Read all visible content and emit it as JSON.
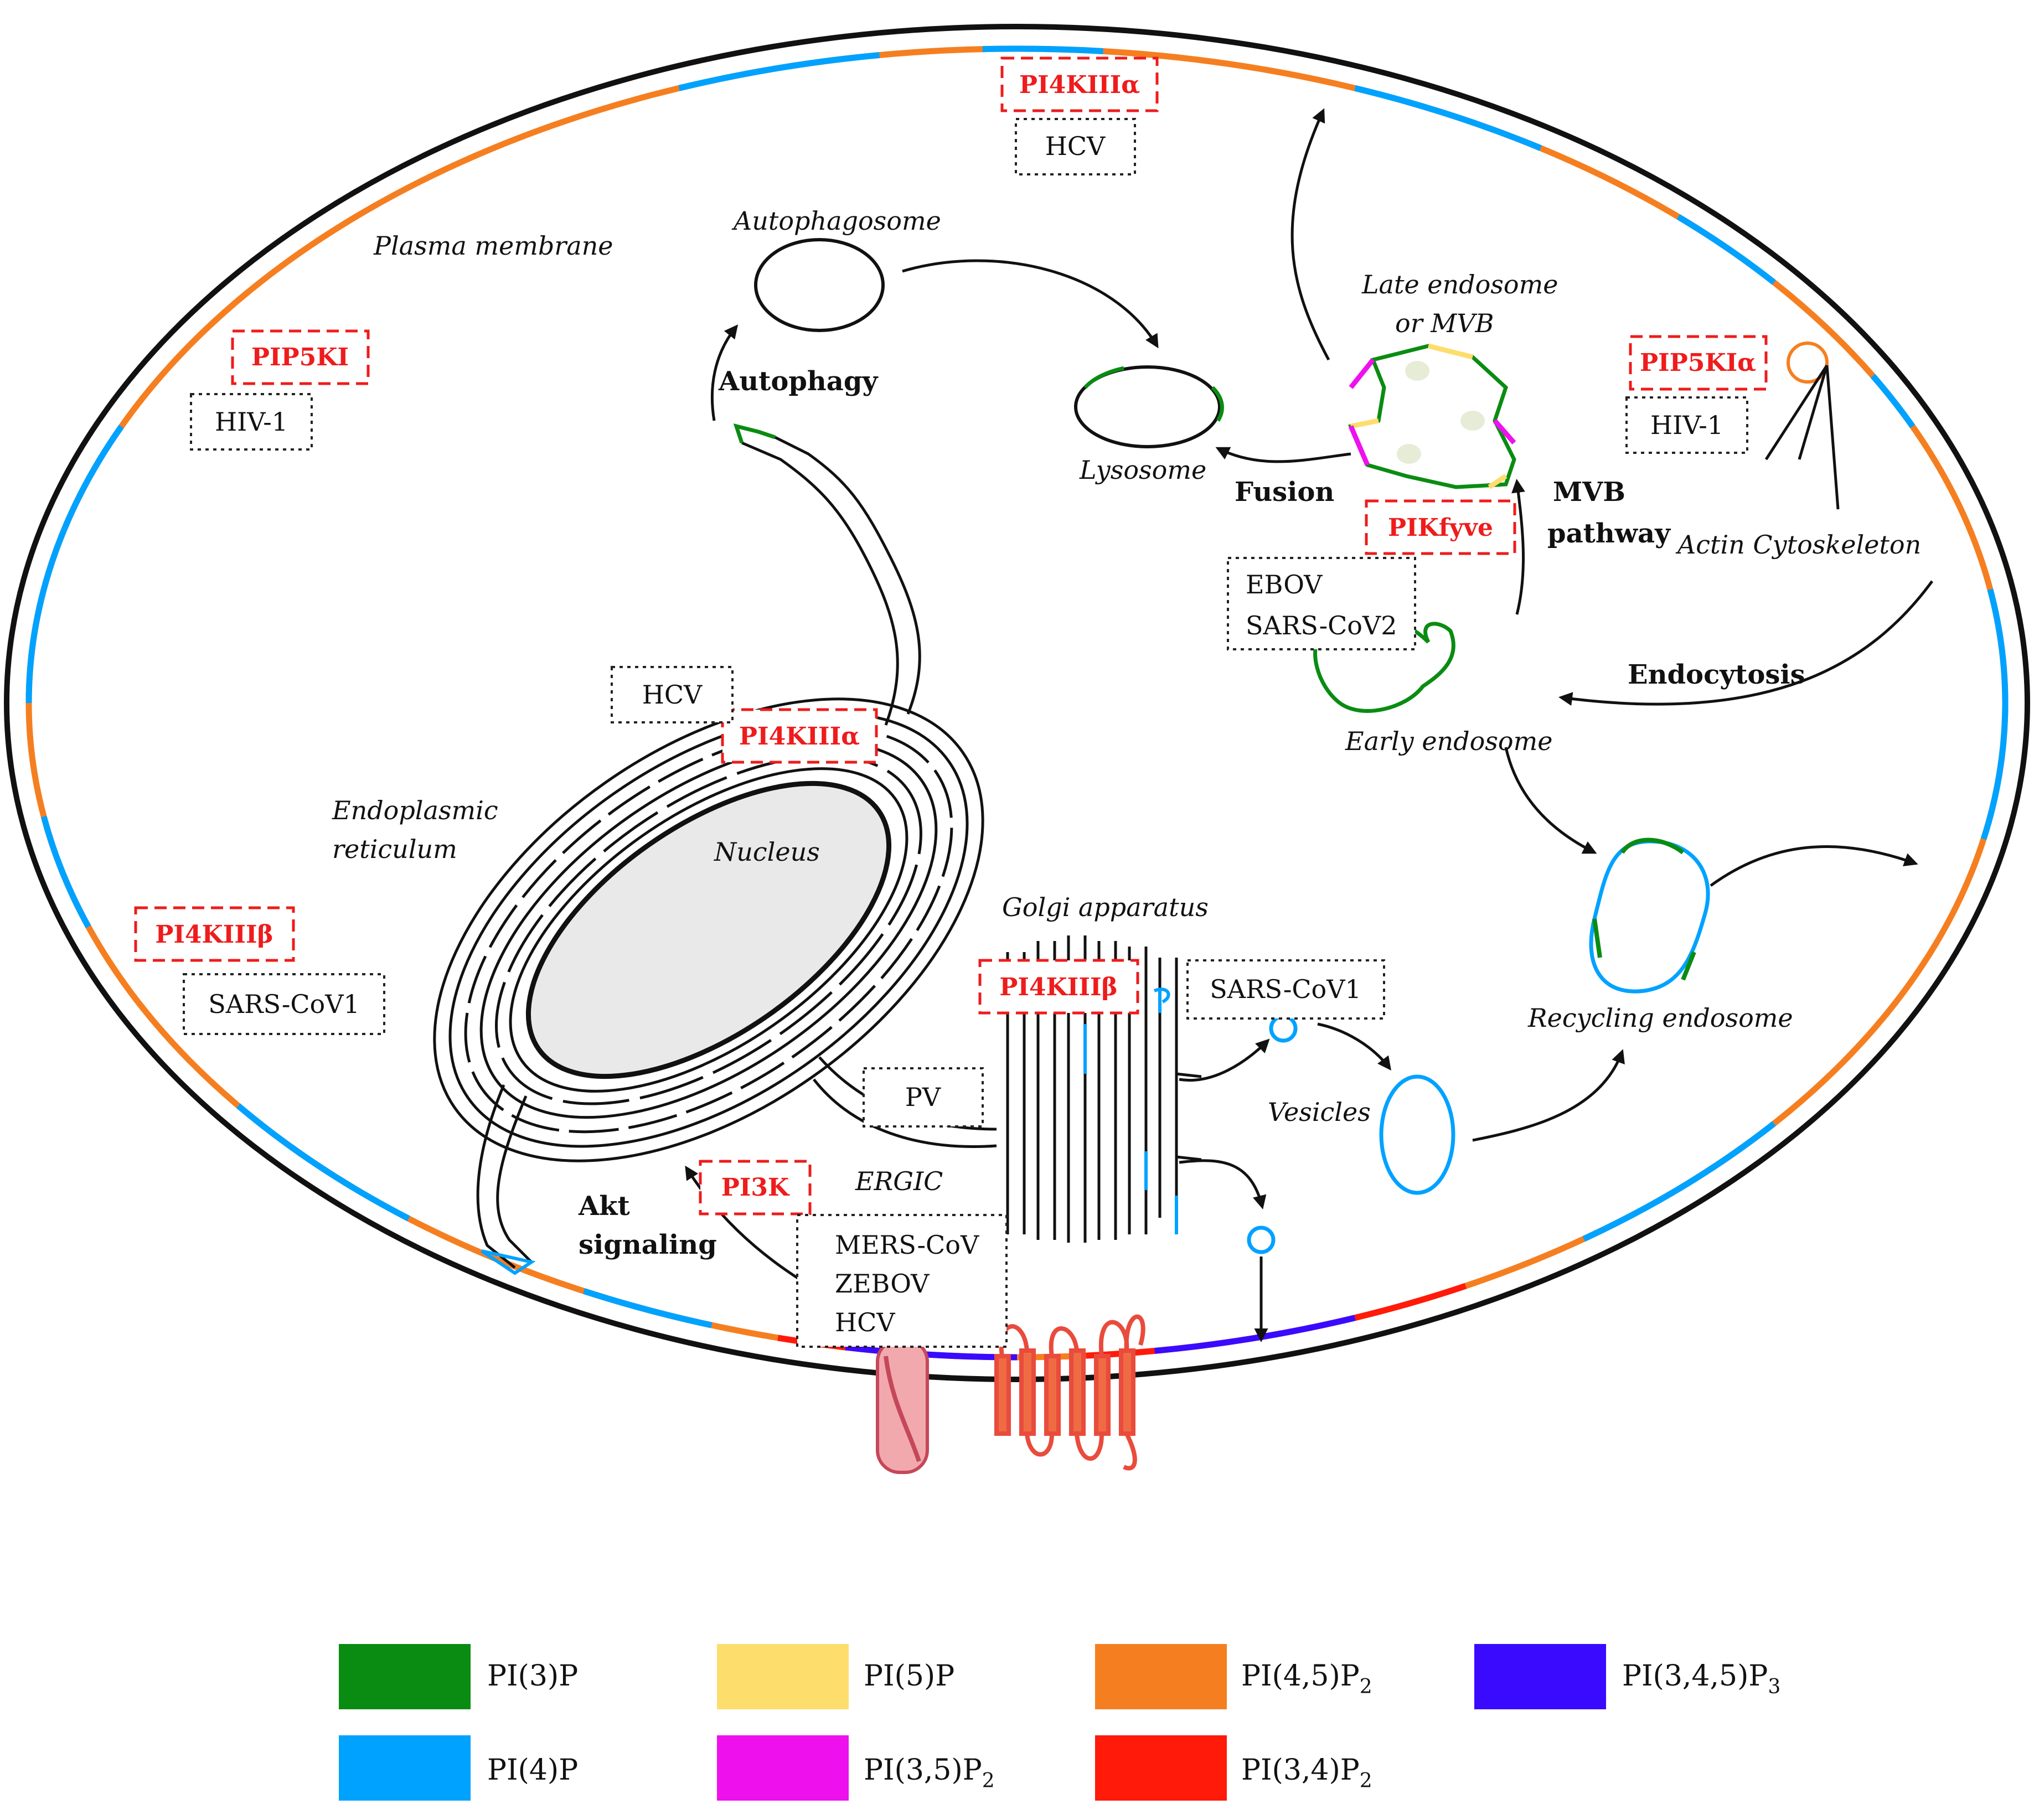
{
  "compartments": {
    "plasma_membrane": "Plasma membrane",
    "autophagosome": "Autophagosome",
    "lysosome": "Lysosome",
    "late_endosome_line1": "Late endosome",
    "late_endosome_line2": "or MVB",
    "early_endosome": "Early endosome",
    "recycling_endosome": "Recycling endosome",
    "actin": "Actin Cytoskeleton",
    "er_line1": "Endoplasmic",
    "er_line2": "reticulum",
    "nucleus": "Nucleus",
    "golgi": "Golgi apparatus",
    "vesicles": "Vesicles",
    "ergic": "ERGIC"
  },
  "processes": {
    "autophagy": "Autophagy",
    "fusion": "Fusion",
    "mvb_line1": "MVB",
    "mvb_line2": "pathway",
    "endocytosis": "Endocytosis",
    "akt_line1": "Akt",
    "akt_line2": "signaling"
  },
  "kinases": {
    "pi4k3a_top": "PI4KIIIα",
    "pip5ki": "PIP5KI",
    "pip5kia": "PIP5KIα",
    "pikfyve": "PIKfyve",
    "pi4k3a_er": "PI4KIIIα",
    "pi4k3b_left": "PI4KIIIβ",
    "pi4k3b_golgi": "PI4KIIIβ",
    "pi3k": "PI3K"
  },
  "viruses": {
    "hcv_top": "HCV",
    "hiv_left": "HIV-1",
    "hiv_right": "HIV-1",
    "ebov": "EBOV",
    "sars_cov2": "SARS-CoV2",
    "hcv_er": "HCV",
    "sars_cov1_left": "SARS-CoV1",
    "sars_cov1_golgi": "SARS-CoV1",
    "pv": "PV",
    "mers": "MERS-CoV",
    "zebov": "ZEBOV",
    "hcv_bottom": "HCV"
  },
  "legend": [
    {
      "label": "PI(3)P",
      "color": "#0a8c12"
    },
    {
      "label": "PI(5)P",
      "color": "#fddd6c"
    },
    {
      "label": "PI(4,5)P",
      "sub": "2",
      "color": "#f57f20"
    },
    {
      "label": "PI(3,4,5)P",
      "sub": "3",
      "color": "#3a0aff"
    },
    {
      "label": "PI(4)P",
      "color": "#00a2ff"
    },
    {
      "label": "PI(3,5)P",
      "sub": "2",
      "color": "#ee11ee"
    },
    {
      "label": "PI(3,4)P",
      "sub": "2",
      "color": "#ff1a0a"
    }
  ]
}
